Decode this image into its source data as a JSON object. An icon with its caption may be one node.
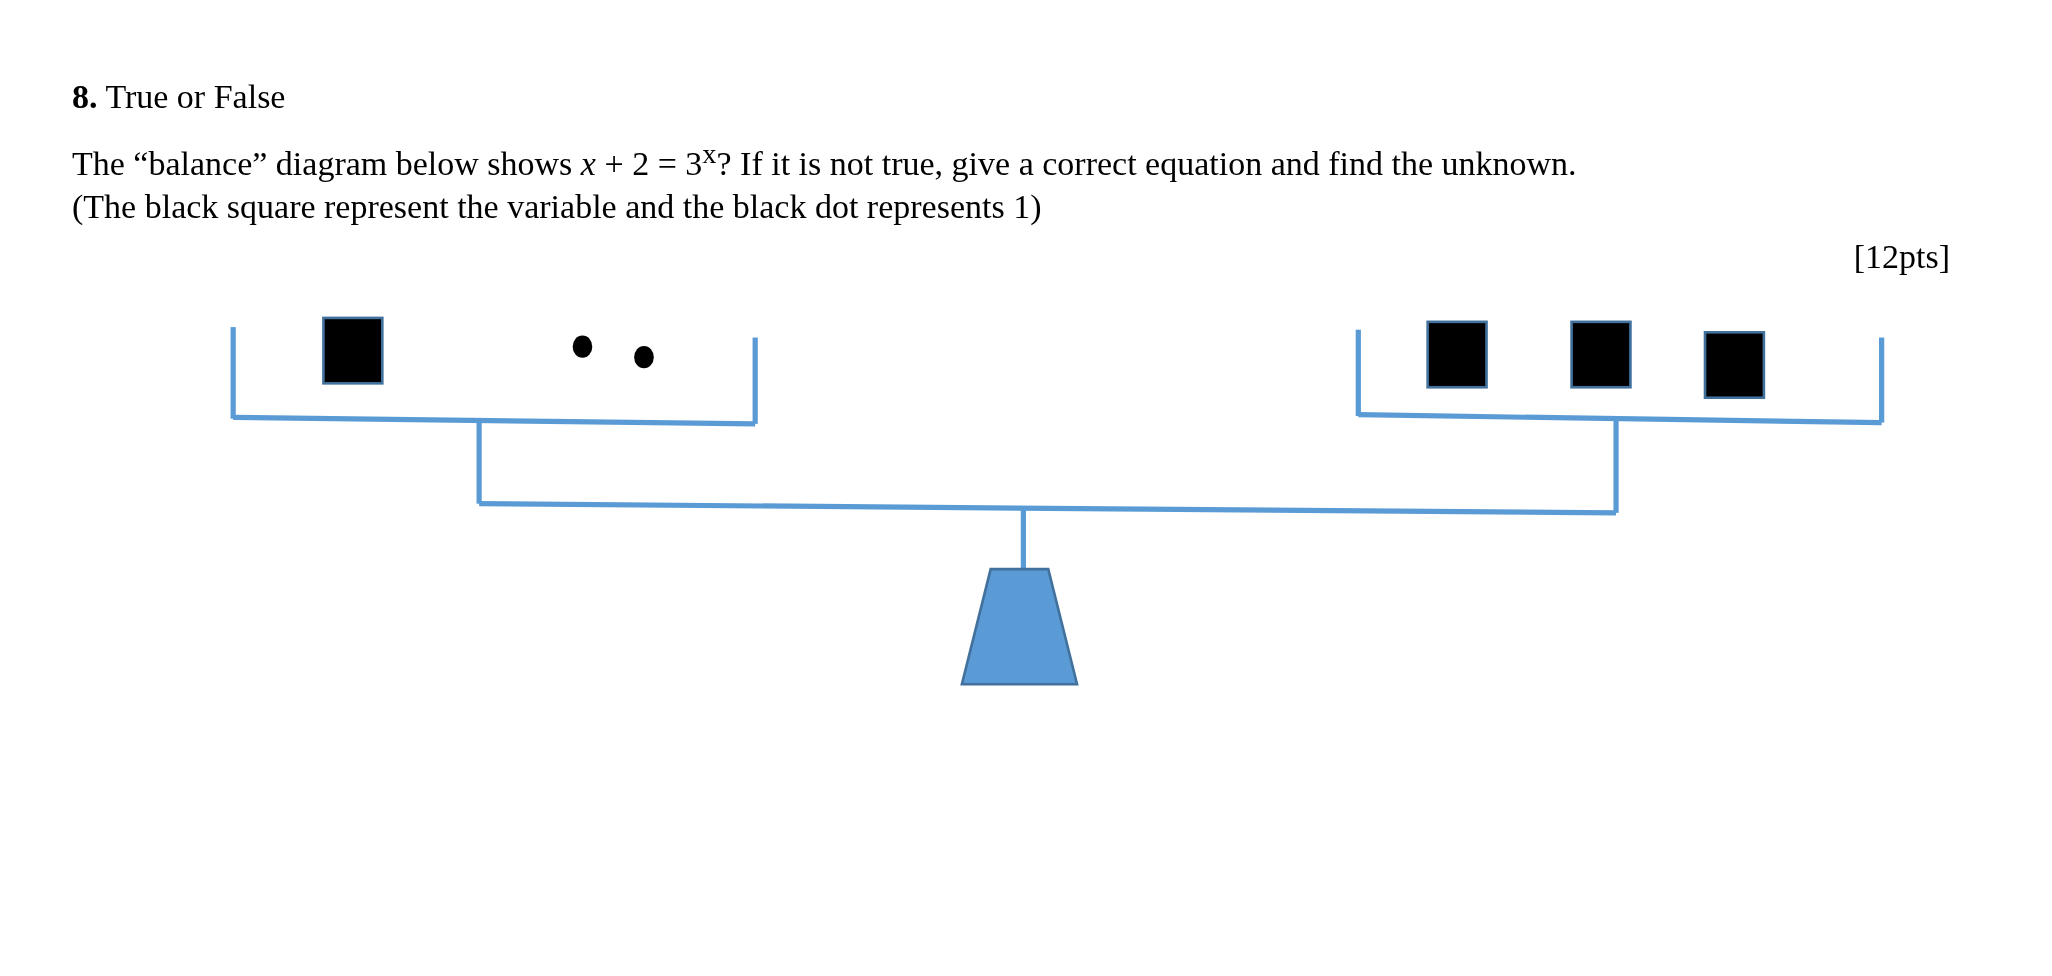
{
  "diagram": {
    "labels": [
      "**8.** True or False",
      "The “balance” diagram below shows  *x* + 2 = 3$^{x}$? If it is not true, give a correct equation and find the unknown.",
      "(The black square represent the variable and the black dot represents 1)",
      "[12pts]"
    ]
  }
}
